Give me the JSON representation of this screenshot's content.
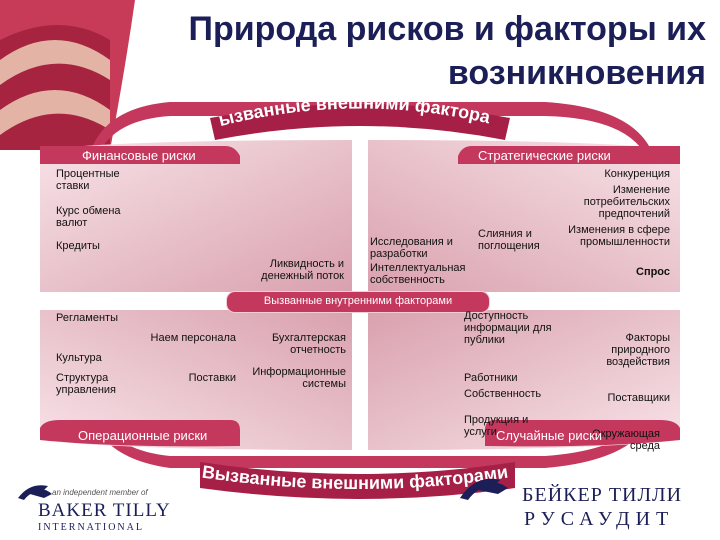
{
  "title": {
    "line1": "Природа рисков и факторы их",
    "line2": "возникновения"
  },
  "arrows": {
    "top": "Вызванные внешними факторами",
    "middle": "Вызванные внутренними факторами",
    "bottom": "Вызванные внешними факторами"
  },
  "quadrants": {
    "financial": {
      "title": "Финансовые риски",
      "items": [
        "Процентные ставки",
        "Курс обмена валют",
        "Кредиты"
      ],
      "center": "Ликвидность и денежный поток"
    },
    "strategic": {
      "title": "Стратегические риски",
      "col1": [
        "Исследования и разработки",
        "Интеллектуальная собственность"
      ],
      "col2": "Слияния и поглощения",
      "col3": [
        "Конкуренция",
        "Изменение потребительских предпочтений",
        "Изменения в сфере промышленности",
        "Спрос"
      ]
    },
    "operational": {
      "title": "Операционные риски",
      "items": [
        "Регламенты",
        "Культура",
        "Структура управления"
      ],
      "col2": [
        "Наем персонала",
        "Поставки"
      ],
      "col3": [
        "Бухгалтерская отчетность",
        "Информационные системы"
      ]
    },
    "hazard": {
      "title": "Случайные риски",
      "items": [
        "Доступность информации для публики",
        "Работники",
        "Собственность",
        "Продукция и услуги"
      ],
      "col2": [
        "Факторы природного воздействия",
        "Поставщики",
        "Окружающая среда"
      ]
    }
  },
  "logos": {
    "left_tagline": "an independent member of",
    "left_line1": "BAKER TILLY",
    "left_line2": "INTERNATIONAL",
    "right_line1": "БЕЙКЕР ТИЛЛИ",
    "right_line2": "РУСАУДИТ"
  },
  "colors": {
    "red": "#c4385d",
    "dark_red": "#a51f47",
    "pink_light": "#f6dde3",
    "navy": "#1c1f57"
  }
}
